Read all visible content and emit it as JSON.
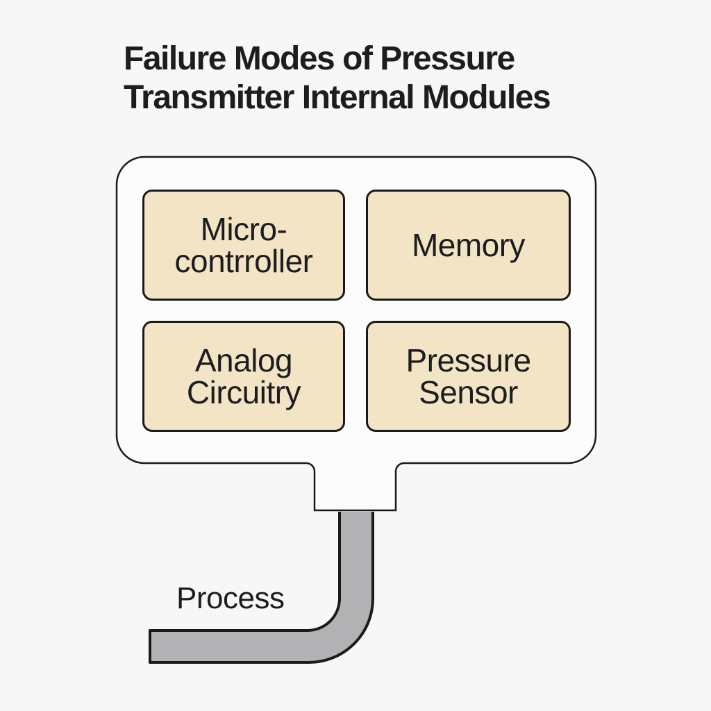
{
  "title": {
    "line1": "Failure Modes of Pressure",
    "line2": "Transmitter Internal Modules"
  },
  "modules": [
    {
      "lines": [
        "Micro-",
        "contrroller"
      ]
    },
    {
      "lines": [
        "Memory"
      ]
    },
    {
      "lines": [
        "Analog",
        "Circuitry"
      ]
    },
    {
      "lines": [
        "Pressure",
        "Sensor"
      ]
    }
  ],
  "labels": {
    "process": "Process"
  },
  "colors": {
    "bg": "#f7f7f8",
    "housing": "#fcfcfd",
    "module": "#f2e4c5",
    "pipe": "#b2b2b4",
    "line": "#1a1a1a",
    "text": "#1d1d1f"
  }
}
